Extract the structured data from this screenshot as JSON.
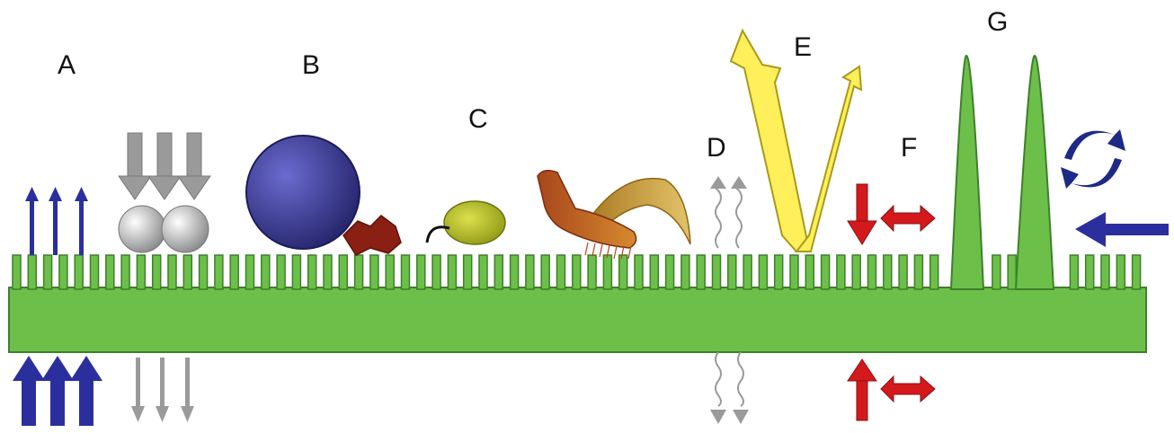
{
  "labels": {
    "a": "A",
    "b": "B",
    "c": "C",
    "d": "D",
    "e": "E",
    "f": "F",
    "g": "G"
  },
  "colors": {
    "membrane": "#6cc04a",
    "membrane_stroke": "#3f7f2a",
    "blue_arrow": "#2b2f9e",
    "gray_arrow": "#9a9a9a",
    "sphere_blue": "#34348f",
    "enzyme_red": "#8a1f14",
    "bacterium": "#b8c21e",
    "fungus_brown": "#a8461c",
    "fungus_gold": "#c8a22e",
    "lightning": "#ffef5a",
    "red_arrow": "#d4191c",
    "rotation_blue": "#1d2a86"
  },
  "icons": [
    "blue-up-arrows-icon",
    "gray-down-arrows-icon",
    "gray-particle-spheres-icon",
    "large-blue-sphere-icon",
    "red-enzyme-icon",
    "bacterium-icon",
    "fungus-hypha-icon",
    "wavy-arrows-icon",
    "lightning-reflection-icon",
    "red-pressure-arrows-icon",
    "rotation-arrows-icon",
    "left-blue-arrow-icon"
  ]
}
